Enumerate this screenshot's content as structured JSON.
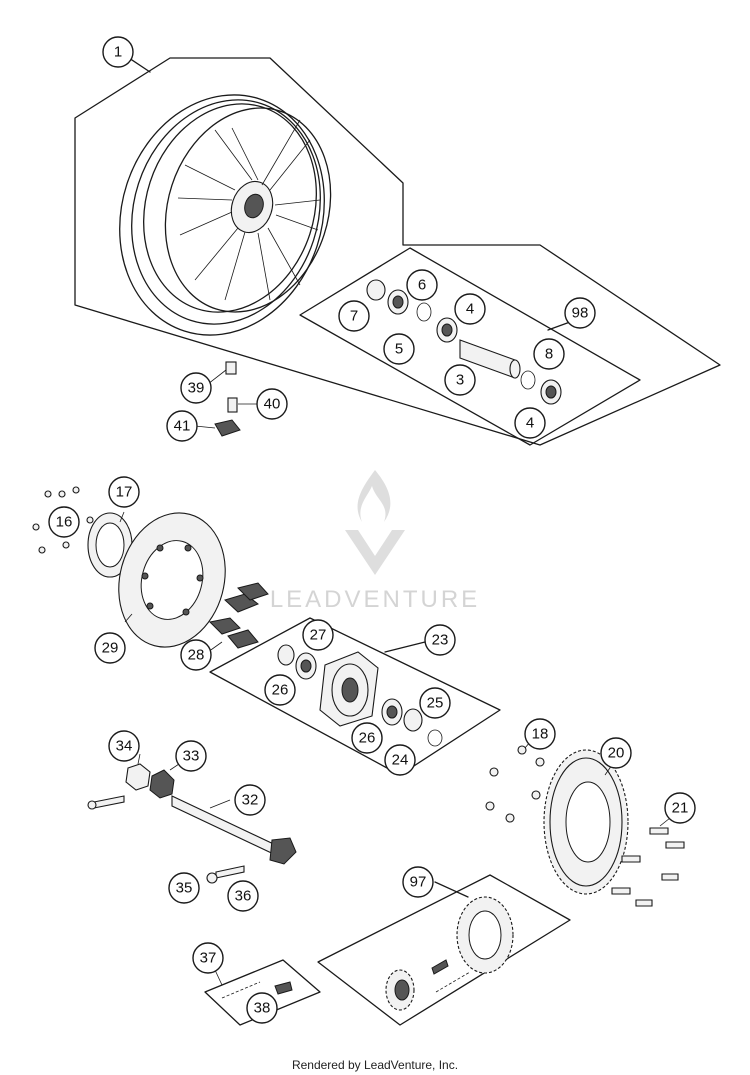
{
  "watermark": {
    "text": "LEADVENTURE",
    "color": "#d4d4d4"
  },
  "footer": {
    "text": "Rendered by LeadVenture, Inc."
  },
  "callouts": [
    {
      "id": "c1",
      "label": "1"
    },
    {
      "id": "c98",
      "label": "98"
    },
    {
      "id": "c6",
      "label": "6"
    },
    {
      "id": "c4a",
      "label": "4"
    },
    {
      "id": "c7",
      "label": "7"
    },
    {
      "id": "c5",
      "label": "5"
    },
    {
      "id": "c8",
      "label": "8"
    },
    {
      "id": "c3",
      "label": "3"
    },
    {
      "id": "c4b",
      "label": "4"
    },
    {
      "id": "c39",
      "label": "39"
    },
    {
      "id": "c40",
      "label": "40"
    },
    {
      "id": "c41",
      "label": "41"
    },
    {
      "id": "c17",
      "label": "17"
    },
    {
      "id": "c16",
      "label": "16"
    },
    {
      "id": "c29",
      "label": "29"
    },
    {
      "id": "c28",
      "label": "28"
    },
    {
      "id": "c27",
      "label": "27"
    },
    {
      "id": "c23",
      "label": "23"
    },
    {
      "id": "c26a",
      "label": "26"
    },
    {
      "id": "c25",
      "label": "25"
    },
    {
      "id": "c26b",
      "label": "26"
    },
    {
      "id": "c24",
      "label": "24"
    },
    {
      "id": "c18",
      "label": "18"
    },
    {
      "id": "c20",
      "label": "20"
    },
    {
      "id": "c21",
      "label": "21"
    },
    {
      "id": "c34",
      "label": "34"
    },
    {
      "id": "c33",
      "label": "33"
    },
    {
      "id": "c32",
      "label": "32"
    },
    {
      "id": "c35",
      "label": "35"
    },
    {
      "id": "c36",
      "label": "36"
    },
    {
      "id": "c97",
      "label": "97"
    },
    {
      "id": "c37",
      "label": "37"
    },
    {
      "id": "c38",
      "label": "38"
    }
  ]
}
